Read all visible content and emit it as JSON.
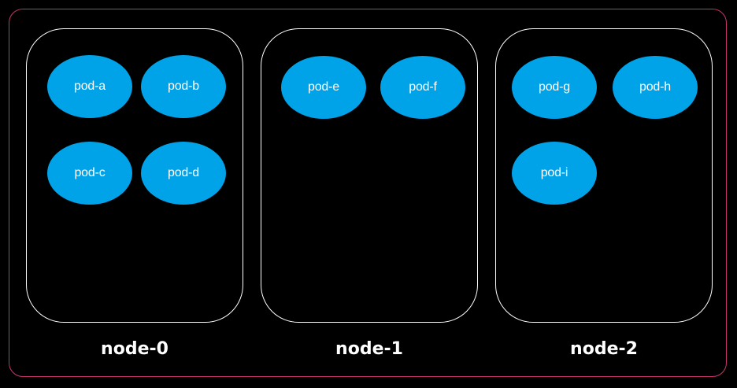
{
  "colors": {
    "background": "#000000",
    "cluster_border": "#c8346e",
    "node_border": "#ffffff",
    "pod_fill": "#00a2e8",
    "text": "#ffffff"
  },
  "nodes": [
    {
      "label": "node-0",
      "pods": [
        "pod-a",
        "pod-b",
        "pod-c",
        "pod-d"
      ]
    },
    {
      "label": "node-1",
      "pods": [
        "pod-e",
        "pod-f"
      ]
    },
    {
      "label": "node-2",
      "pods": [
        "pod-g",
        "pod-h",
        "pod-i"
      ]
    }
  ]
}
